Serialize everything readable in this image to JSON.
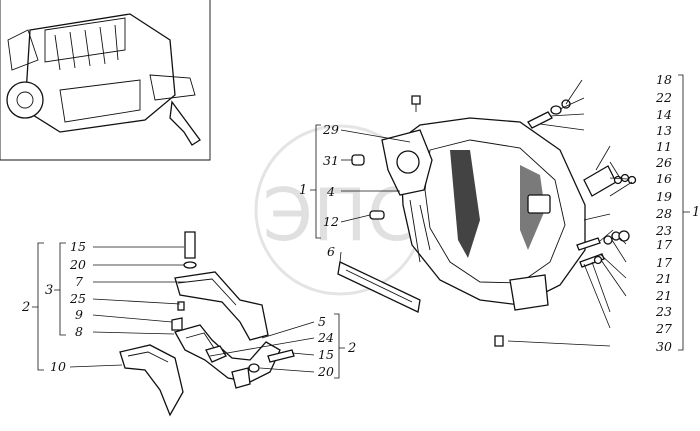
{
  "watermark": {
    "logo_text": "ЭПС"
  },
  "callouts": [
    {
      "id": "c18",
      "text": "18"
    },
    {
      "id": "c22",
      "text": "22"
    },
    {
      "id": "c14",
      "text": "14"
    },
    {
      "id": "c13",
      "text": "13"
    },
    {
      "id": "c11",
      "text": "11"
    },
    {
      "id": "c26",
      "text": "26"
    },
    {
      "id": "c16",
      "text": "16"
    },
    {
      "id": "c19",
      "text": "19"
    },
    {
      "id": "c28",
      "text": "28"
    },
    {
      "id": "c23a",
      "text": "23"
    },
    {
      "id": "c17a",
      "text": "17"
    },
    {
      "id": "c17b",
      "text": "17"
    },
    {
      "id": "c21a",
      "text": "21"
    },
    {
      "id": "c21b",
      "text": "21"
    },
    {
      "id": "c23b",
      "text": "23"
    },
    {
      "id": "c27",
      "text": "27"
    },
    {
      "id": "c30",
      "text": "30"
    },
    {
      "id": "c29",
      "text": "29"
    },
    {
      "id": "c31",
      "text": "31"
    },
    {
      "id": "c4",
      "text": "4"
    },
    {
      "id": "c12",
      "text": "12"
    },
    {
      "id": "c6",
      "text": "6"
    },
    {
      "id": "c15a",
      "text": "15"
    },
    {
      "id": "c20a",
      "text": "20"
    },
    {
      "id": "c7",
      "text": "7"
    },
    {
      "id": "c25",
      "text": "25"
    },
    {
      "id": "c9",
      "text": "9"
    },
    {
      "id": "c8",
      "text": "8"
    },
    {
      "id": "c10",
      "text": "10"
    },
    {
      "id": "c5",
      "text": "5"
    },
    {
      "id": "c24",
      "text": "24"
    },
    {
      "id": "c15b",
      "text": "15"
    },
    {
      "id": "c20b",
      "text": "20"
    }
  ],
  "groups": [
    {
      "id": "g1_right",
      "text": "1"
    },
    {
      "id": "g1_left",
      "text": "1"
    },
    {
      "id": "g2_left",
      "text": "2"
    },
    {
      "id": "g3",
      "text": "3"
    },
    {
      "id": "g2_right",
      "text": "2"
    }
  ]
}
